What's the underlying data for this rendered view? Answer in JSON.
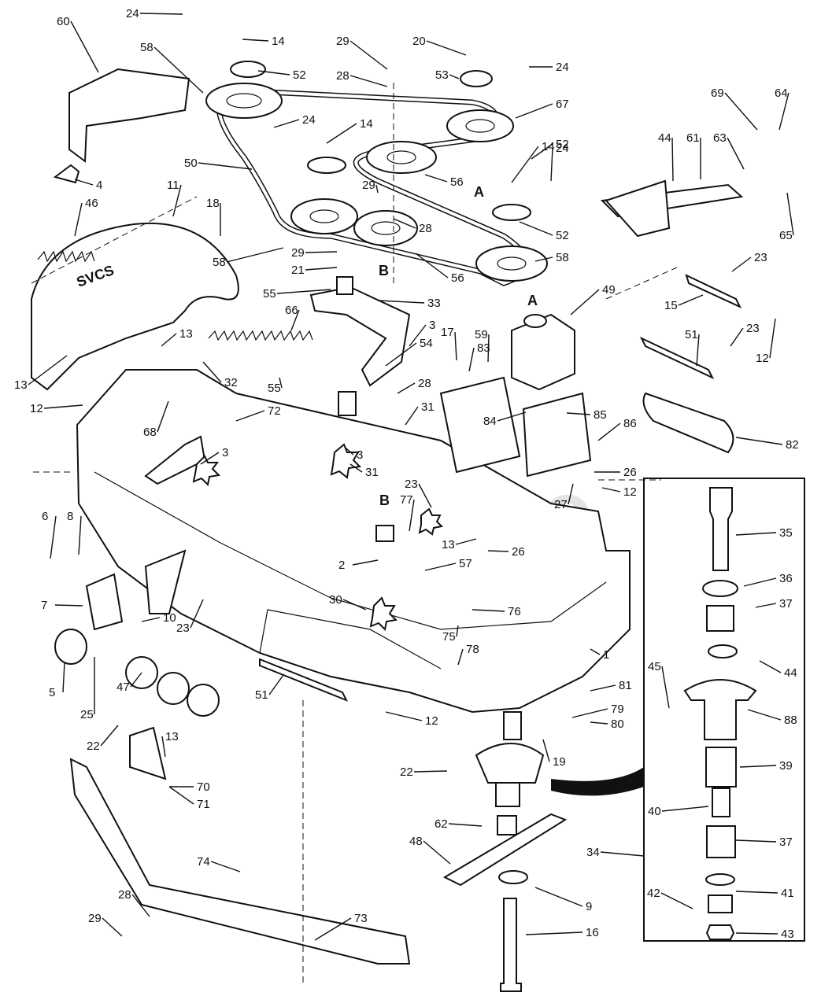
{
  "watermark": "PartsTree",
  "logo_text": "SVCS",
  "section_letters": [
    "A",
    "B",
    "A",
    "B"
  ],
  "callouts": [
    {
      "n": "24"
    },
    {
      "n": "60"
    },
    {
      "n": "14"
    },
    {
      "n": "29"
    },
    {
      "n": "20"
    },
    {
      "n": "58"
    },
    {
      "n": "52"
    },
    {
      "n": "28"
    },
    {
      "n": "53"
    },
    {
      "n": "24"
    },
    {
      "n": "69"
    },
    {
      "n": "64"
    },
    {
      "n": "67"
    },
    {
      "n": "24"
    },
    {
      "n": "14"
    },
    {
      "n": "52"
    },
    {
      "n": "14"
    },
    {
      "n": "24"
    },
    {
      "n": "44"
    },
    {
      "n": "61"
    },
    {
      "n": "63"
    },
    {
      "n": "50"
    },
    {
      "n": "4"
    },
    {
      "n": "56"
    },
    {
      "n": "29"
    },
    {
      "n": "11"
    },
    {
      "n": "46"
    },
    {
      "n": "18"
    },
    {
      "n": "28"
    },
    {
      "n": "52"
    },
    {
      "n": "65"
    },
    {
      "n": "58"
    },
    {
      "n": "29"
    },
    {
      "n": "21"
    },
    {
      "n": "58"
    },
    {
      "n": "56"
    },
    {
      "n": "55"
    },
    {
      "n": "33"
    },
    {
      "n": "49"
    },
    {
      "n": "23"
    },
    {
      "n": "15"
    },
    {
      "n": "66"
    },
    {
      "n": "3"
    },
    {
      "n": "17"
    },
    {
      "n": "59"
    },
    {
      "n": "13"
    },
    {
      "n": "83"
    },
    {
      "n": "54"
    },
    {
      "n": "13"
    },
    {
      "n": "32"
    },
    {
      "n": "55"
    },
    {
      "n": "28"
    },
    {
      "n": "51"
    },
    {
      "n": "23"
    },
    {
      "n": "12"
    },
    {
      "n": "12"
    },
    {
      "n": "31"
    },
    {
      "n": "85"
    },
    {
      "n": "68"
    },
    {
      "n": "72"
    },
    {
      "n": "84"
    },
    {
      "n": "86"
    },
    {
      "n": "3"
    },
    {
      "n": "3"
    },
    {
      "n": "82"
    },
    {
      "n": "31"
    },
    {
      "n": "26"
    },
    {
      "n": "27"
    },
    {
      "n": "12"
    },
    {
      "n": "23"
    },
    {
      "n": "77"
    },
    {
      "n": "35"
    },
    {
      "n": "6"
    },
    {
      "n": "8"
    },
    {
      "n": "13"
    },
    {
      "n": "26"
    },
    {
      "n": "2"
    },
    {
      "n": "57"
    },
    {
      "n": "36"
    },
    {
      "n": "7"
    },
    {
      "n": "10"
    },
    {
      "n": "30"
    },
    {
      "n": "76"
    },
    {
      "n": "37"
    },
    {
      "n": "23"
    },
    {
      "n": "75"
    },
    {
      "n": "5"
    },
    {
      "n": "78"
    },
    {
      "n": "1"
    },
    {
      "n": "44"
    },
    {
      "n": "45"
    },
    {
      "n": "25"
    },
    {
      "n": "47"
    },
    {
      "n": "51"
    },
    {
      "n": "81"
    },
    {
      "n": "88"
    },
    {
      "n": "22"
    },
    {
      "n": "12"
    },
    {
      "n": "79"
    },
    {
      "n": "80"
    },
    {
      "n": "13"
    },
    {
      "n": "19"
    },
    {
      "n": "39"
    },
    {
      "n": "22"
    },
    {
      "n": "70"
    },
    {
      "n": "71"
    },
    {
      "n": "40"
    },
    {
      "n": "62"
    },
    {
      "n": "48"
    },
    {
      "n": "34"
    },
    {
      "n": "37"
    },
    {
      "n": "74"
    },
    {
      "n": "41"
    },
    {
      "n": "9"
    },
    {
      "n": "28"
    },
    {
      "n": "73"
    },
    {
      "n": "42"
    },
    {
      "n": "29"
    },
    {
      "n": "16"
    },
    {
      "n": "43"
    }
  ]
}
